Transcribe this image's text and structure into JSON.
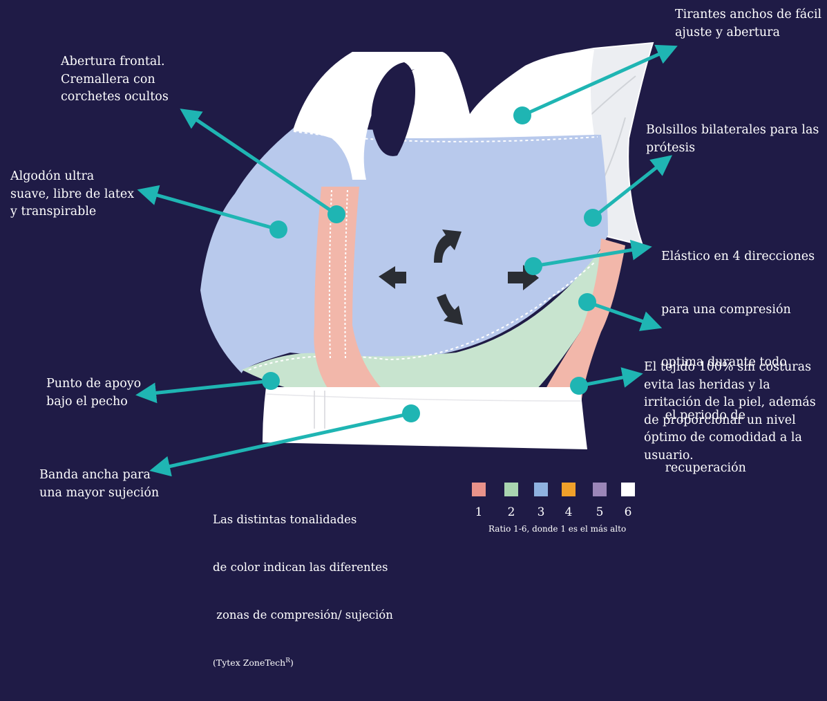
{
  "labels": {
    "front_opening": [
      "Abertura frontal.",
      "Cremallera con",
      "corchetes ocultos"
    ],
    "cotton": [
      "Algodón ultra",
      "suave, libre de latex",
      "y transpirable"
    ],
    "support_point": [
      "Punto de apoyo",
      "bajo el pecho"
    ],
    "wide_band": [
      "Banda ancha para",
      "una mayor sujeción"
    ],
    "straps": [
      "Tirantes anchos de fácil",
      "ajuste y abertura"
    ],
    "pockets": [
      "Bolsillos bilaterales para las",
      "prótesis"
    ],
    "elastic": [
      "Elástico en 4 direcciones",
      "para una compresión",
      "optima durante todo",
      " el periodo de",
      " recuperación"
    ],
    "seamless": [
      "El tejido 100% sin costuras",
      "evita las heridas y la",
      "irritación de la piel, además",
      "de proporcionar un nivel",
      "óptimo de comodidad a la",
      "usuario."
    ]
  },
  "note": {
    "lines": [
      "Las distintas tonalidades",
      "de color indican las diferentes",
      " zonas de compresión/ sujeción"
    ],
    "small": "(Tytex ZoneTech",
    "sup": "R",
    "small_end": ")"
  },
  "legend": {
    "items": [
      {
        "num": "1",
        "color": "#e8928a"
      },
      {
        "num": "2",
        "color": "#a9d5b0"
      },
      {
        "num": "3",
        "color": "#8fb2e0"
      },
      {
        "num": "4",
        "color": "#f0a02a"
      },
      {
        "num": "5",
        "color": "#9b86b8"
      },
      {
        "num": "6",
        "color": "#ffffff"
      }
    ],
    "caption": "Ratio 1-6, donde 1 es el más alto"
  },
  "colors": {
    "background": "#1f1b46",
    "accent": "#1fb5b3",
    "fabric_blue": "#b8c9ec",
    "fabric_green": "#c8e4cf",
    "fabric_pink": "#f2b7aa",
    "fabric_white": "#ffffff"
  }
}
